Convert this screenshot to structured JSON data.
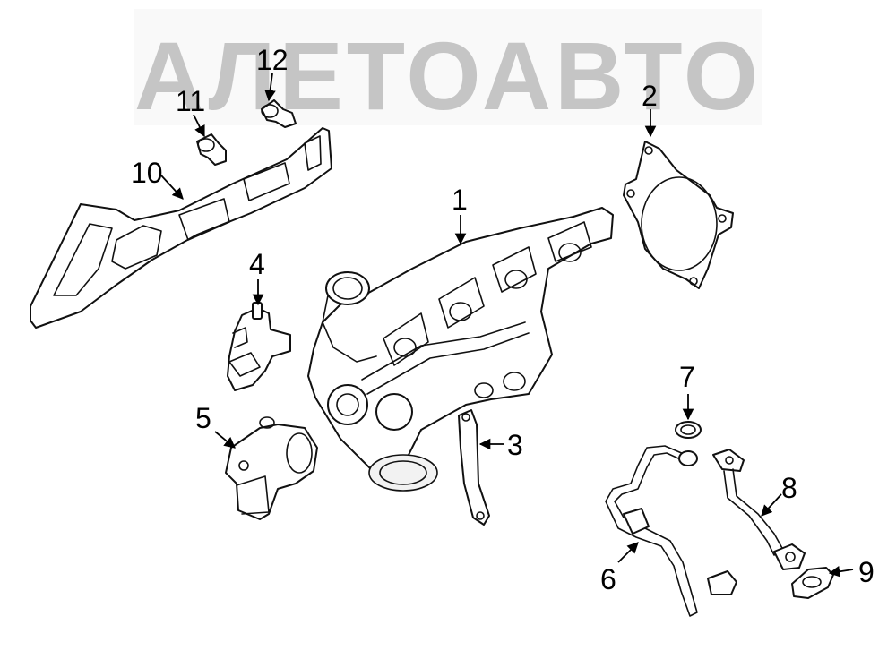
{
  "watermark": {
    "text": "АЛЕТОАВТО"
  },
  "callouts": [
    {
      "id": "1",
      "label": "1"
    },
    {
      "id": "2",
      "label": "2"
    },
    {
      "id": "3",
      "label": "3"
    },
    {
      "id": "4",
      "label": "4"
    },
    {
      "id": "5",
      "label": "5"
    },
    {
      "id": "6",
      "label": "6"
    },
    {
      "id": "7",
      "label": "7"
    },
    {
      "id": "8",
      "label": "8"
    },
    {
      "id": "9",
      "label": "9"
    },
    {
      "id": "10",
      "label": "10"
    },
    {
      "id": "11",
      "label": "11"
    },
    {
      "id": "12",
      "label": "12"
    }
  ]
}
